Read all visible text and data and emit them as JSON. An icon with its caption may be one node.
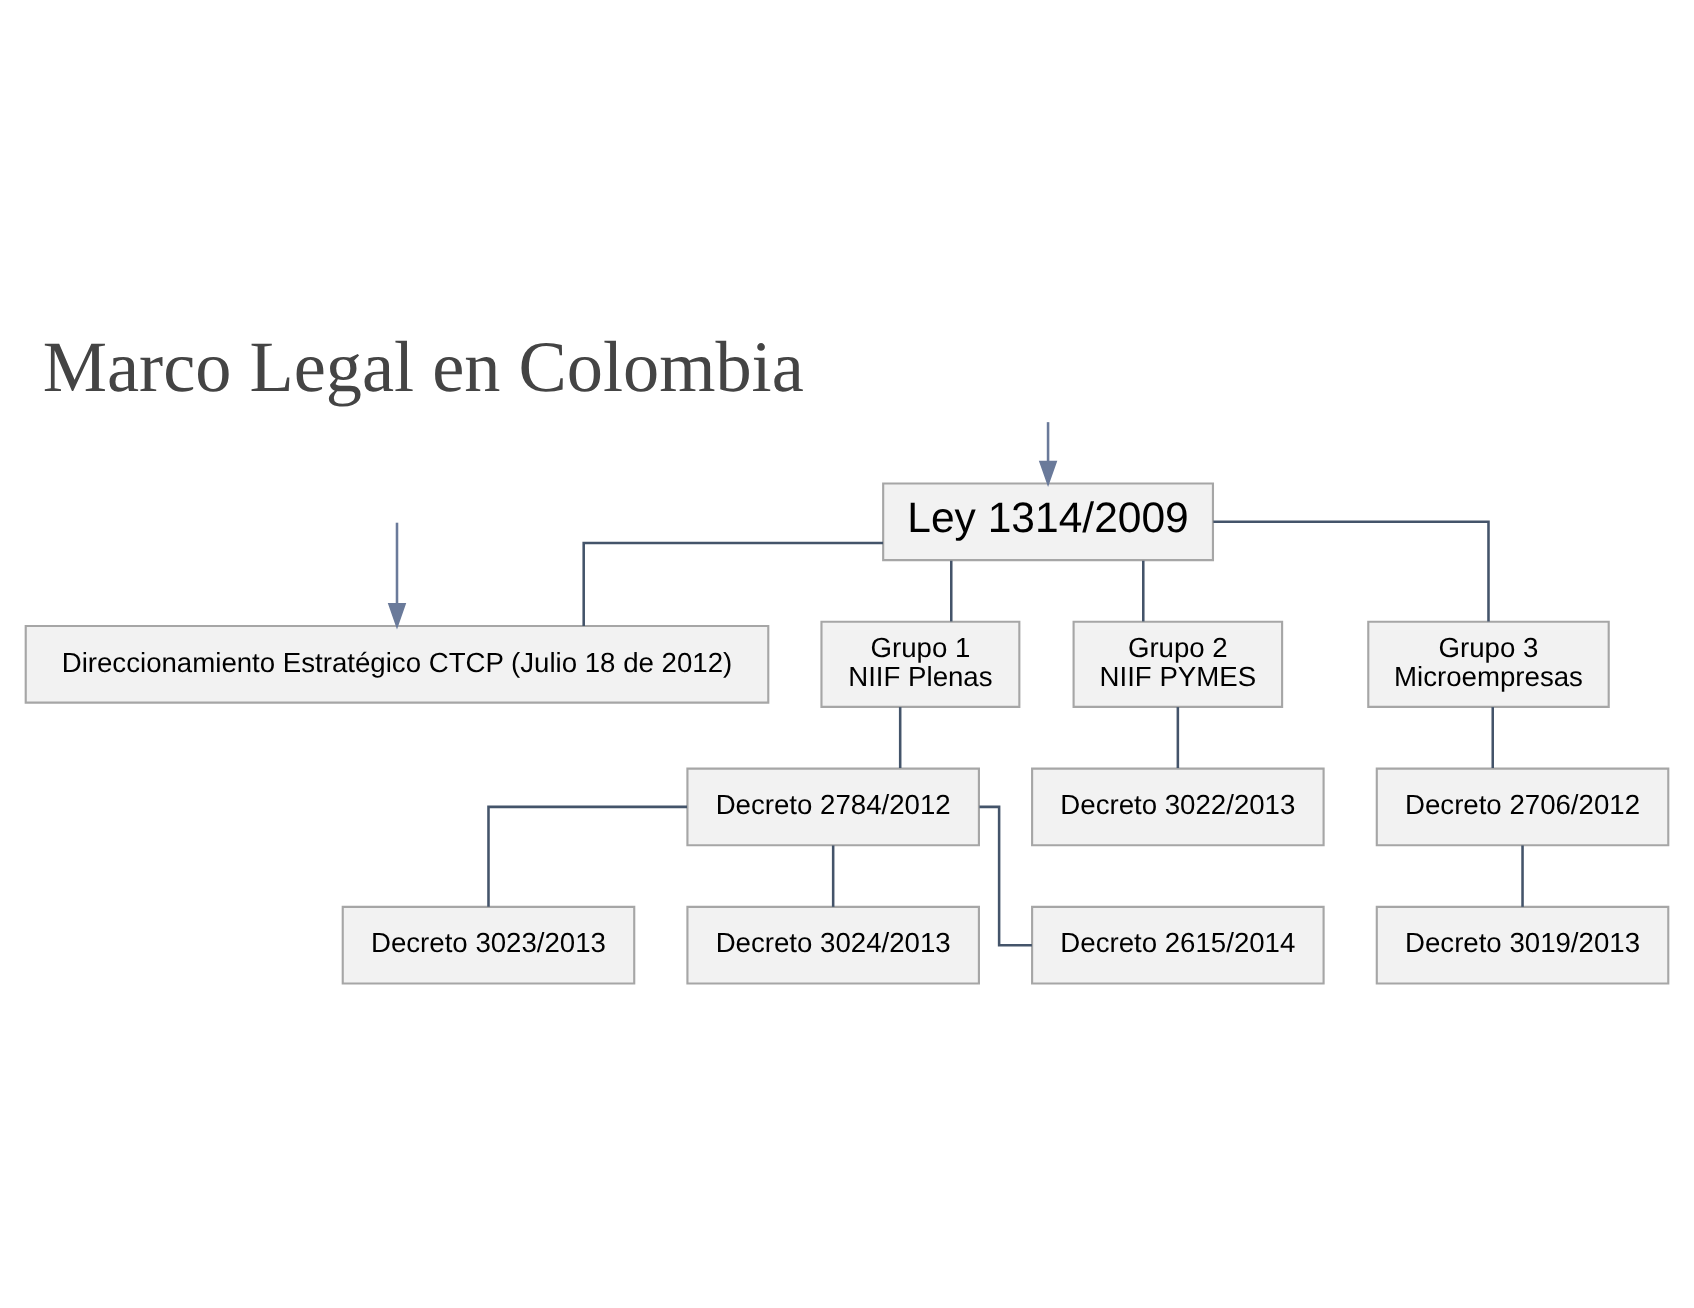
{
  "diagram": {
    "title": "Marco Legal en Colombia",
    "nodes": [
      {
        "text": [
          "Ley 1314/2009"
        ]
      },
      {
        "text": [
          "Direccionamiento Estratégico CTCP (Julio 18 de 2012)"
        ]
      },
      {
        "text": [
          "Grupo 1",
          "NIIF Plenas"
        ]
      },
      {
        "text": [
          "Grupo 2",
          "NIIF PYMES"
        ]
      },
      {
        "text": [
          "Grupo 3",
          "Microempresas"
        ]
      },
      {
        "text": [
          "Decreto 2784/2012"
        ]
      },
      {
        "text": [
          "Decreto 3022/2013"
        ]
      },
      {
        "text": [
          "Decreto 2706/2012"
        ]
      },
      {
        "text": [
          "Decreto 3023/2013"
        ]
      },
      {
        "text": [
          "Decreto 3024/2013"
        ]
      },
      {
        "text": [
          "Decreto 2615/2014"
        ]
      },
      {
        "text": [
          "Decreto 3019/2013"
        ]
      }
    ],
    "edges": [
      {
        "from": null,
        "to": 0,
        "arrow": "to",
        "color": "#6a7a9a"
      },
      {
        "from": null,
        "to": 1,
        "arrow": "to",
        "color": "#6a7a9a"
      },
      {
        "from": 0,
        "to": 1,
        "arrow": "none"
      },
      {
        "from": 0,
        "to": 2,
        "arrow": "none"
      },
      {
        "from": 0,
        "to": 3,
        "arrow": "none"
      },
      {
        "from": 0,
        "to": 4,
        "arrow": "none"
      },
      {
        "from": 2,
        "to": 5,
        "arrow": "none"
      },
      {
        "from": 3,
        "to": 6,
        "arrow": "none"
      },
      {
        "from": 4,
        "to": 7,
        "arrow": "none"
      },
      {
        "from": 5,
        "to": 8,
        "arrow": "none"
      },
      {
        "from": 5,
        "to": 9,
        "arrow": "none"
      },
      {
        "from": 5,
        "to": 10,
        "arrow": "none"
      },
      {
        "from": 7,
        "to": 11,
        "arrow": "none"
      }
    ]
  }
}
